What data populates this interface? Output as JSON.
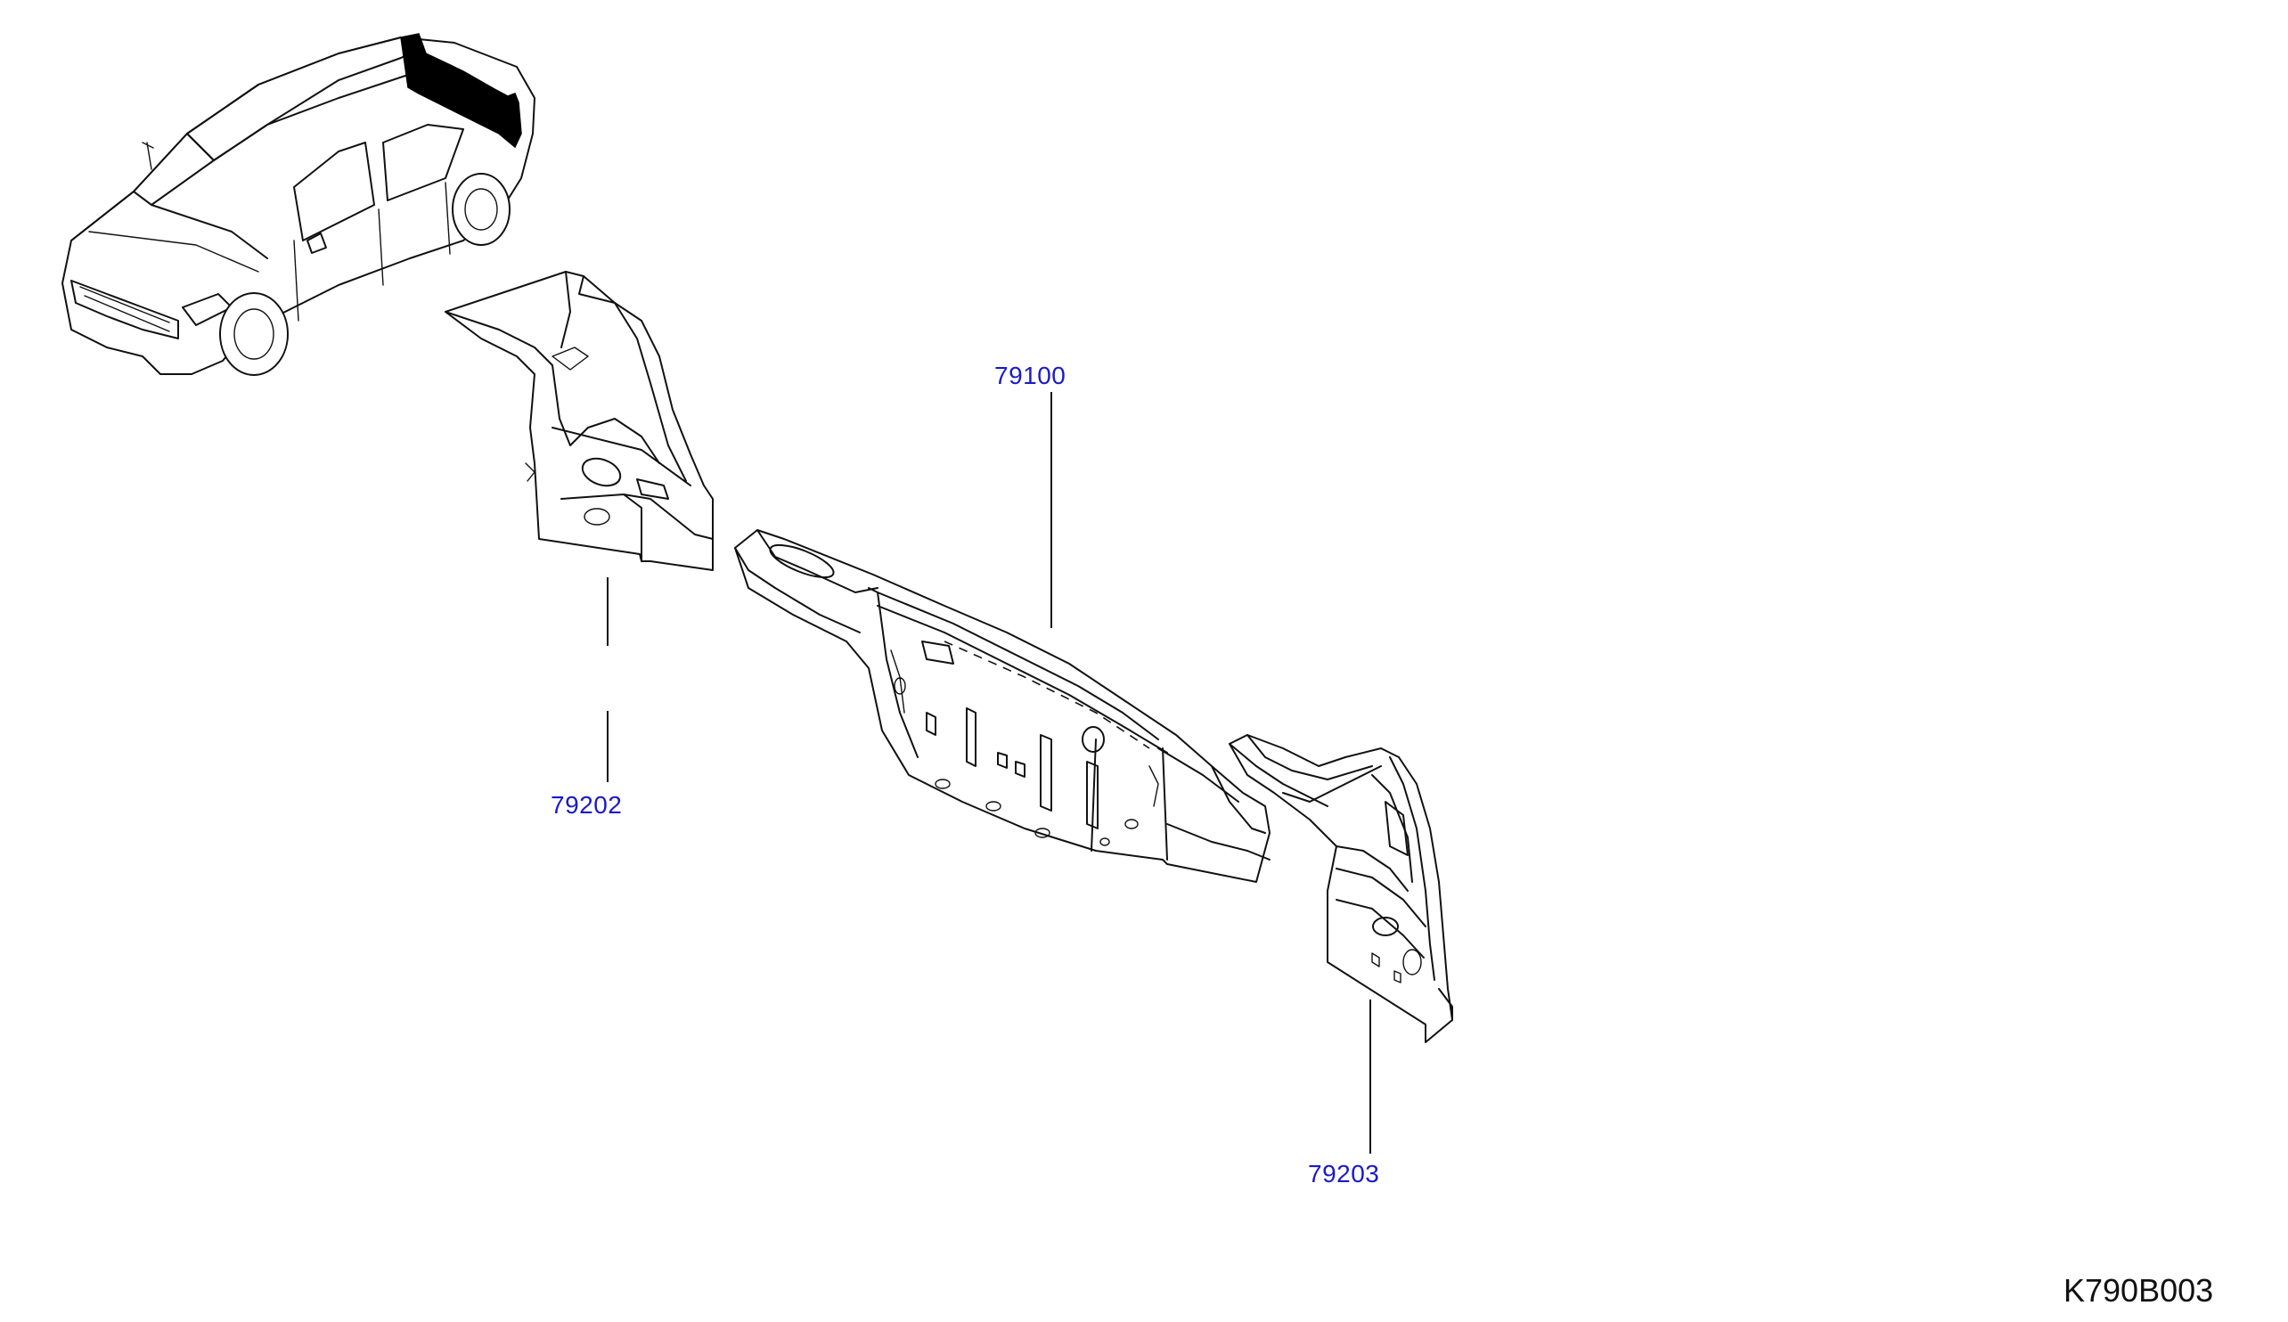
{
  "parts": {
    "center_panel": {
      "number": "79100"
    },
    "left_side": {
      "number": "79202"
    },
    "right_side": {
      "number": "79203"
    }
  },
  "diagram_code": "K790B003",
  "colors": {
    "label": "#1a1acc",
    "line": "#111111",
    "highlight": "#000000"
  }
}
